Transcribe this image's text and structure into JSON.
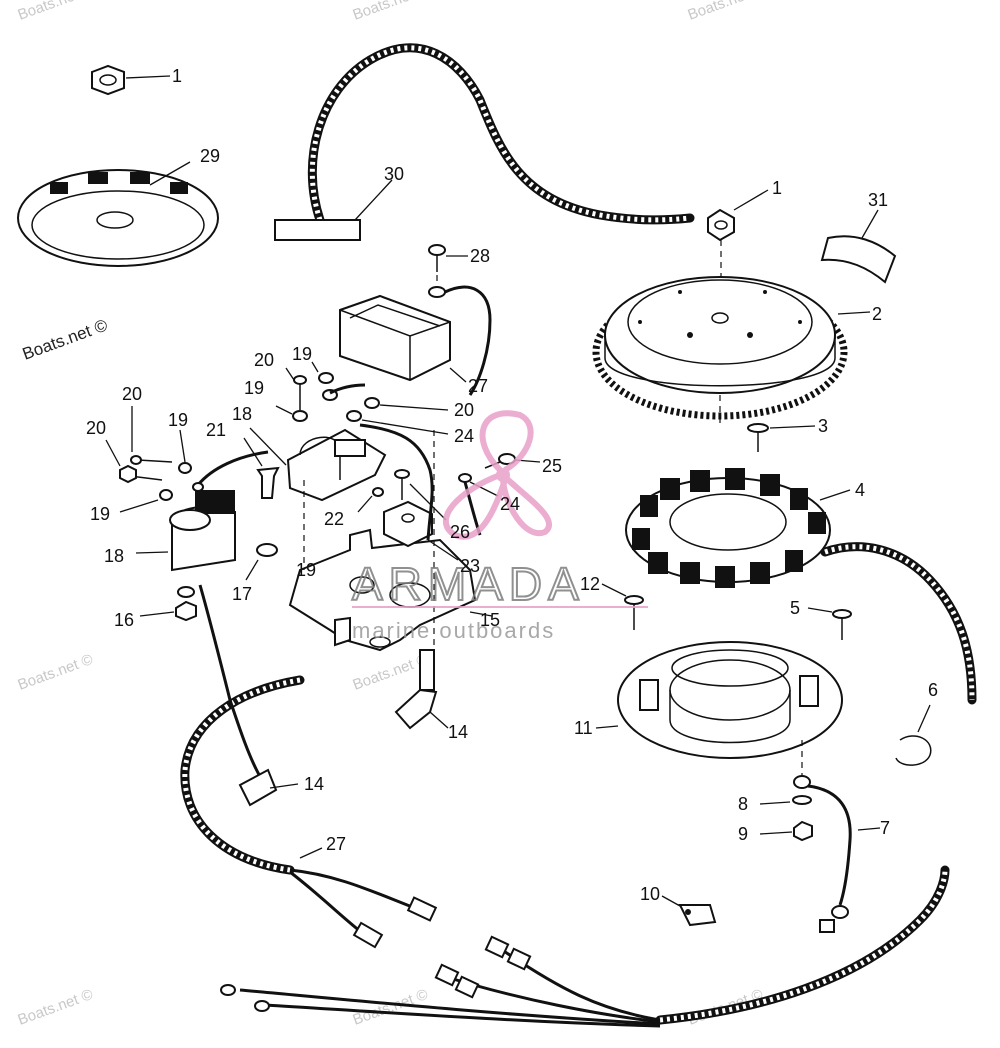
{
  "watermark": "Boats.net ©",
  "logo": {
    "name": "ARMADA",
    "tagline": "marine outboards",
    "accent_color": "#e8a0c8"
  },
  "callouts": [
    "1",
    "29",
    "30",
    "1",
    "31",
    "2",
    "28",
    "27",
    "20",
    "19",
    "19",
    "20",
    "24",
    "3",
    "20",
    "19",
    "18",
    "21",
    "20",
    "19",
    "25",
    "24",
    "4",
    "22",
    "26",
    "19",
    "18",
    "23",
    "17",
    "12",
    "5",
    "15",
    "16",
    "14",
    "11",
    "6",
    "14",
    "8",
    "7",
    "9",
    "27",
    "10"
  ]
}
